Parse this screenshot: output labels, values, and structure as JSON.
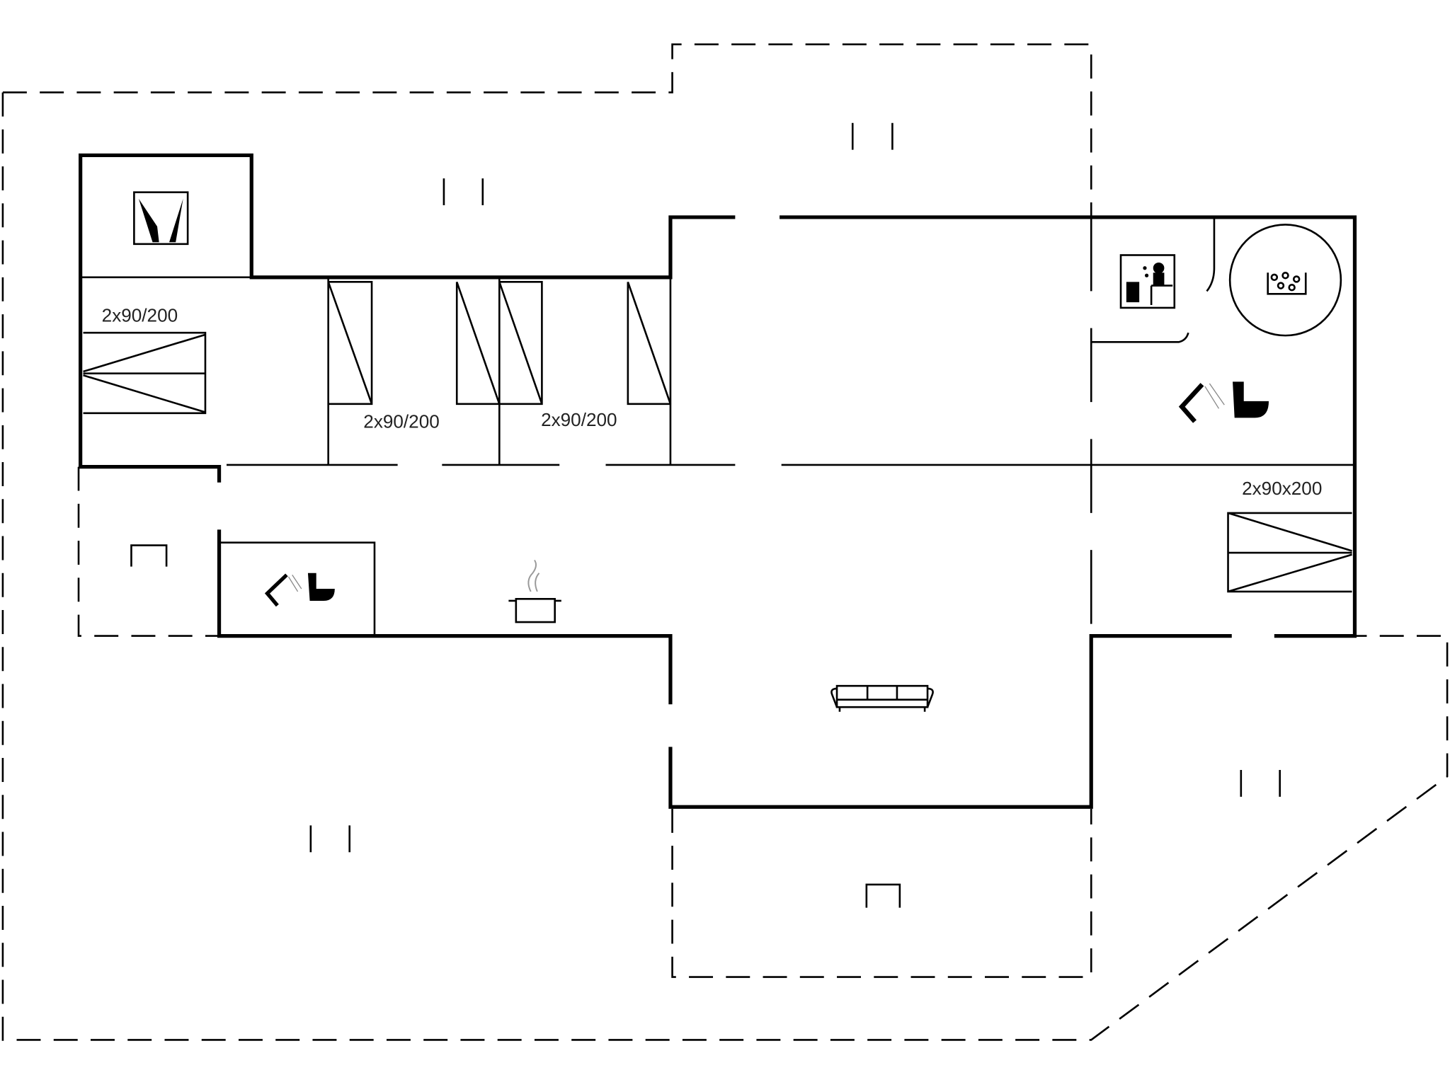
{
  "plan": {
    "bed_labels": [
      "2x90/200",
      "2x90/200",
      "2x90/200",
      "2x90x200"
    ],
    "icons": [
      "sauna-icon",
      "spa-icon",
      "hot-tub-icon",
      "shower-icon",
      "toilet-icon",
      "kitchen-pot-icon",
      "sofa-icon"
    ],
    "line_color": "#000000",
    "background": "#ffffff"
  }
}
